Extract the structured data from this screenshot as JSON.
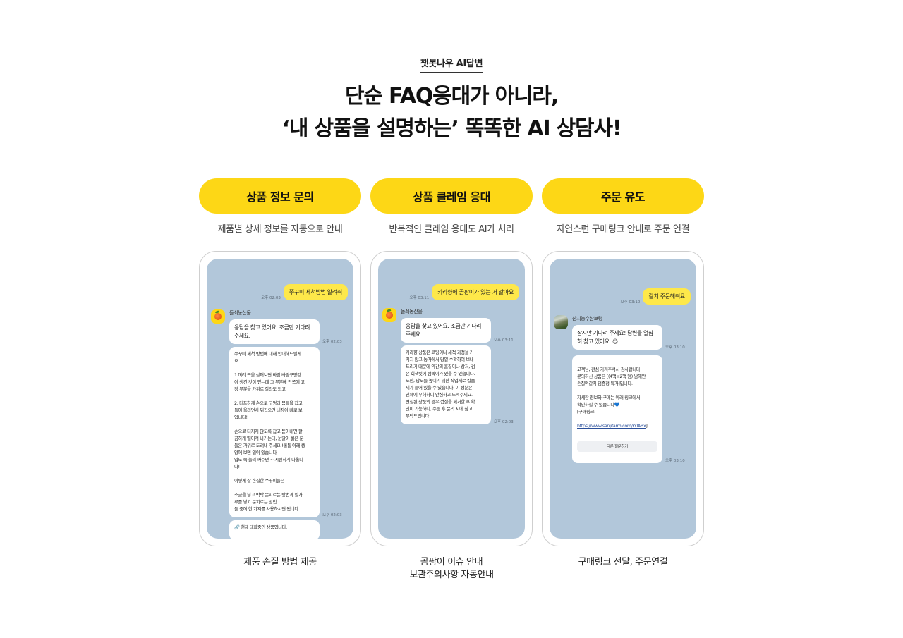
{
  "header": {
    "eyebrow": "챗봇나우 AI답변",
    "headline_line1": "단순 FAQ응대가 아니라,",
    "headline_line2": "‘내 상품을 설명하는’ 똑똑한 AI 상담사!"
  },
  "colors": {
    "accent_yellow": "#fdd716",
    "chat_background": "#b2c7da",
    "outgoing_bubble": "#fee84a",
    "incoming_bubble": "#ffffff"
  },
  "features": [
    {
      "pill_label": "상품 정보 문의",
      "subtitle": "제품별 상세 정보를 자동으로 안내",
      "caption": "제품 손질 방법 제공",
      "chat": {
        "user_message": "쭈꾸미 세척방법 알려줘",
        "user_time": "오후 02:03",
        "sender_name": "돌쇠농산물",
        "avatar_icon": "peach-icon",
        "bot_messages": [
          {
            "text": "응답을 찾고 있어요. 조금만 기다려\n주세요.",
            "time": "오후 02:03"
          },
          {
            "text": "쭈꾸미 세척 방법에 대해 안내해드릴게\n요.\n\n1.머리 쪽을 살펴보면 바람 바람구멍같\n이 생긴 것이 있는데 그 부분에 안쪽에 고\n정 부분을 가위로 잘라도 되고\n\n2. 터프하게 손으로 구멍과 몸통을 잡고\n들어 올리면서 뒤집으면 내장이 바로 보\n입니다!\n\n손으로 터지지 않도록 잡고 뜯어내면 깔\n끔하게 떨어져 나가는데, 눈알이 싫은 분\n들은 가위로 도려내 주세요 !몸통 아래 중\n앙에 보면 입이 있습니다\n입도 쭉 눌러 짜주면 ~ 시원하게 나옵니\n다!\n\n이렇게 잘 손질한 쭈꾸미들은\n\n소금을 넣고 박박 문지르는 방법과 밀가\n루를 넣고 문지르는 방법\n둘 중에 한 가지를 사용하시면 됩니다.",
            "time": "오후 02:03"
          },
          {
            "text": "🔗 현재 대화중인 상품입니다.",
            "time": ""
          }
        ]
      }
    },
    {
      "pill_label": "상품 클레임 응대",
      "subtitle": "반복적인 클레임 응대도 AI가 처리",
      "caption": "곰팡이 이슈 안내\n보관주의사항 자동안내",
      "chat": {
        "user_message": "카라향에 곰팡이가 있는 거 같아요",
        "user_time": "오후 03:11",
        "sender_name": "돌쇠농산물",
        "avatar_icon": "peach-icon",
        "bot_messages": [
          {
            "text": "응답을 찾고 있어요. 조금만 기다려\n주세요.",
            "time": "오후 03:11"
          },
          {
            "text": "카라향 상품은 코팅이나 세척 과정을 거\n치지 않고 농가에서 당일 수확하여 보내\n드리기 때문에 약간의 흠집이나 상처, 검\n은 회색빛에 점박이가 있을 수 있습니다.\n또한, 당도를 높이기 위한 작업제로 칼슘\n제가 묻어 있을 수 있습니다. 이 성분은\n인체에 무해하니 안심하고 드셔주세요.\n변질된 상품의 경우 껍질을 제거한 후 확\n인이 가능하니, 수령 후 문의 시에 참고\n부탁드립니다.",
            "time": "오후 02:03"
          }
        ]
      }
    },
    {
      "pill_label": "주문 유도",
      "subtitle": "자연스런 구매링크 안내로 주문 연결",
      "caption": "구매링크 전달, 주문연결",
      "chat": {
        "user_message": "갈치 주문해줘요",
        "user_time": "오후 03:10",
        "sender_name": "산지농수산보령",
        "avatar_icon": "landscape-photo-icon",
        "bot_messages": [
          {
            "text": "잠시만 기다려 주세요! 답변을 열심\n히 찾고 있어요. 😊",
            "time": "오후 03:10"
          },
          {
            "text_before": "고객님, 관심 가져주셔서 감사합니다!\n문의하신 상품은 [(4팩+2팩 덤) 남해안\n손질먹갈치 덤증정 특가]입니다.\n\n자세한 정보와 구매는 아래 링크에서\n확인하실 수 있습니다",
            "heart": "💙",
            "link_label": "[구매링크:",
            "link_url": "https://www.sanjifarm.com/rYIABx",
            "link_close": "]",
            "button_label": "다른 질문하기",
            "time": "오후 03:10"
          }
        ]
      }
    }
  ]
}
